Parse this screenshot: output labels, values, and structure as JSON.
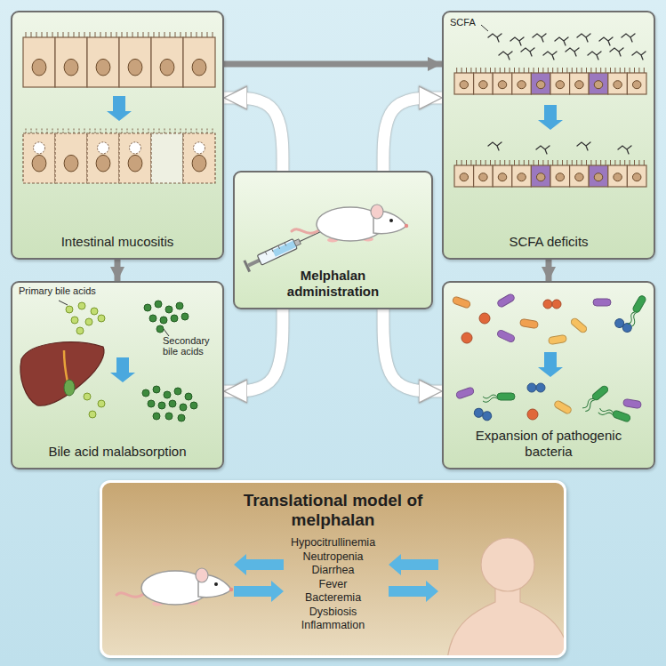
{
  "diagram": {
    "nodes": [
      {
        "text": [
          "Intestinal mucositis"
        ]
      },
      {
        "text": [
          "SCFA deficits"
        ]
      },
      {
        "text": [
          "Melphalan administration"
        ]
      },
      {
        "text": [
          "Bile acid malabsorption"
        ]
      },
      {
        "text": [
          "Expansion of pathogenic bacteria"
        ]
      },
      {
        "text": [
          "Translational model of melphalan",
          "Hypocitrullinemia",
          "Neutropenia",
          "Diarrhea",
          "Fever",
          "Bacteremia",
          "Dysbiosis",
          "Inflammation"
        ]
      }
    ],
    "edges": [
      {
        "from": 2,
        "to": 0,
        "arrow": "to"
      },
      {
        "from": 2,
        "to": 1,
        "arrow": "to"
      },
      {
        "from": 2,
        "to": 3,
        "arrow": "to"
      },
      {
        "from": 2,
        "to": 4,
        "arrow": "to"
      },
      {
        "from": 0,
        "to": 1,
        "arrow": "to"
      },
      {
        "from": 0,
        "to": 3,
        "arrow": "to"
      },
      {
        "from": 1,
        "to": 4,
        "arrow": "to"
      }
    ],
    "labels": [
      "SCFA",
      "Primary bile acids",
      "Secondary bile acids"
    ]
  }
}
